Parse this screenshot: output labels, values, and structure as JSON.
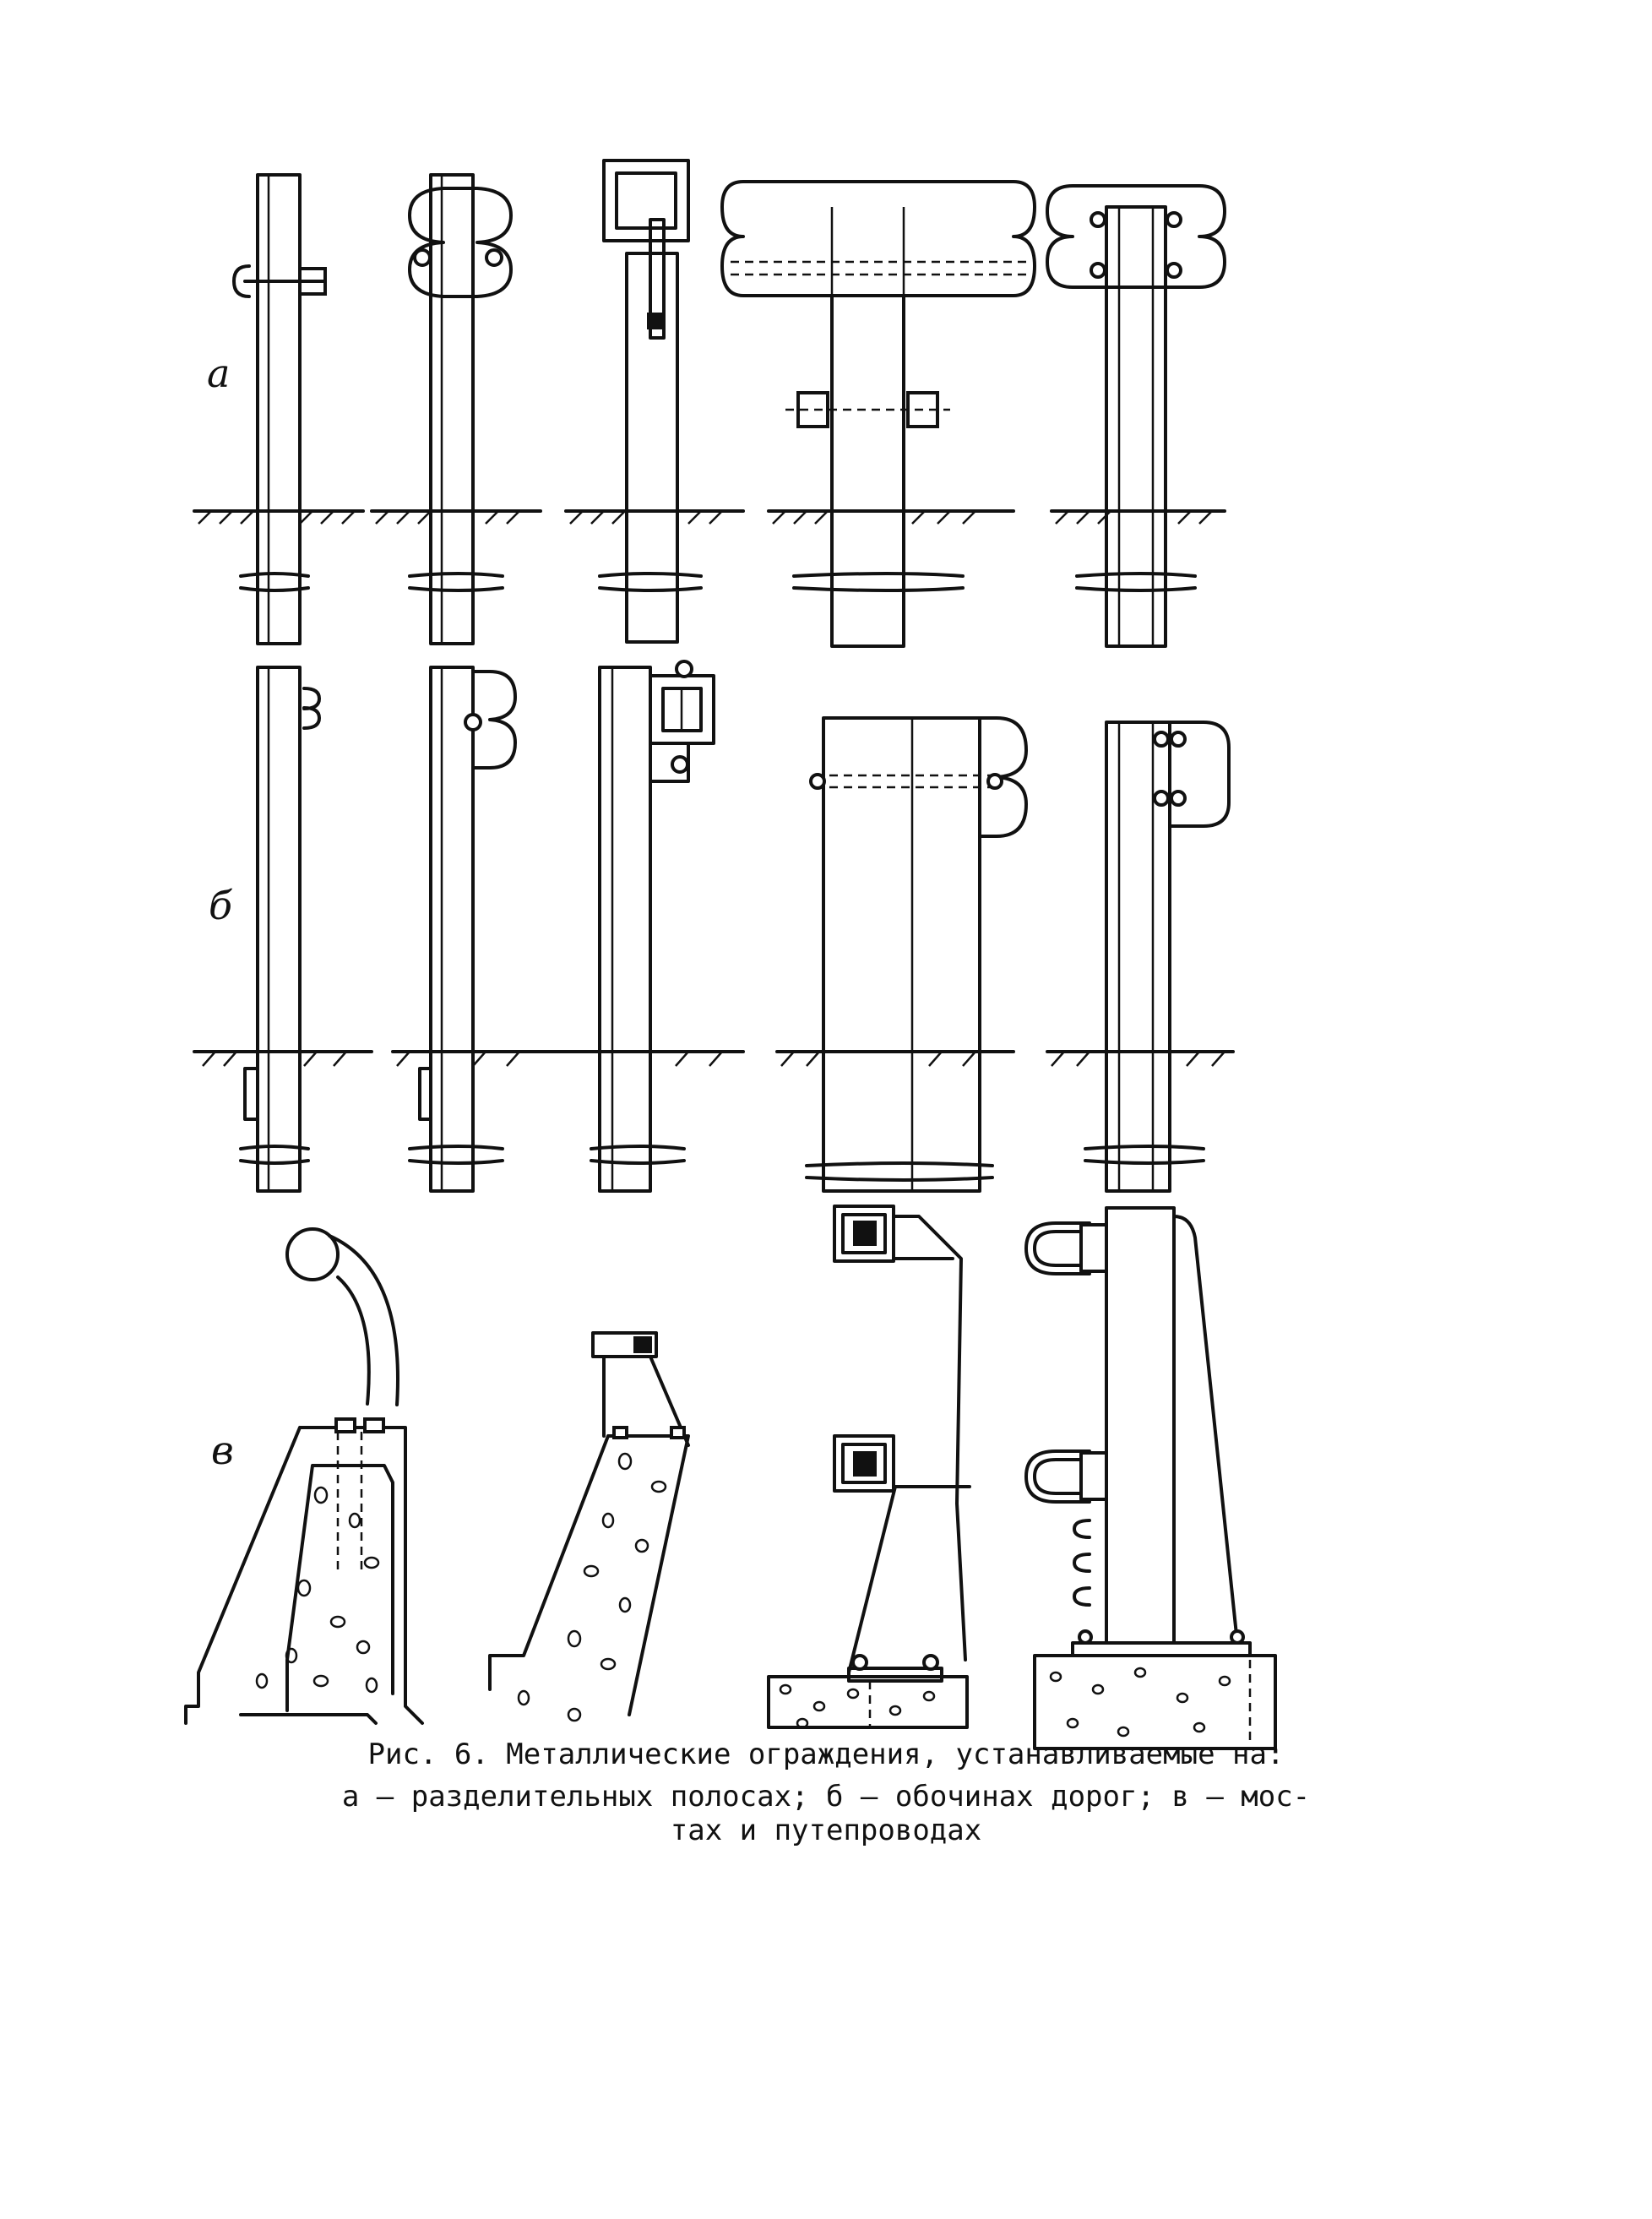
{
  "row_labels": {
    "a": "а",
    "b": "б",
    "v": "в"
  },
  "caption": {
    "line1": "Рис. 6. Металлические ограждения, устанавливаемые на:",
    "line2": "а – разделительных полосах; б – обочинах дорог; в – мос-",
    "line3": "тах и путепроводах"
  }
}
